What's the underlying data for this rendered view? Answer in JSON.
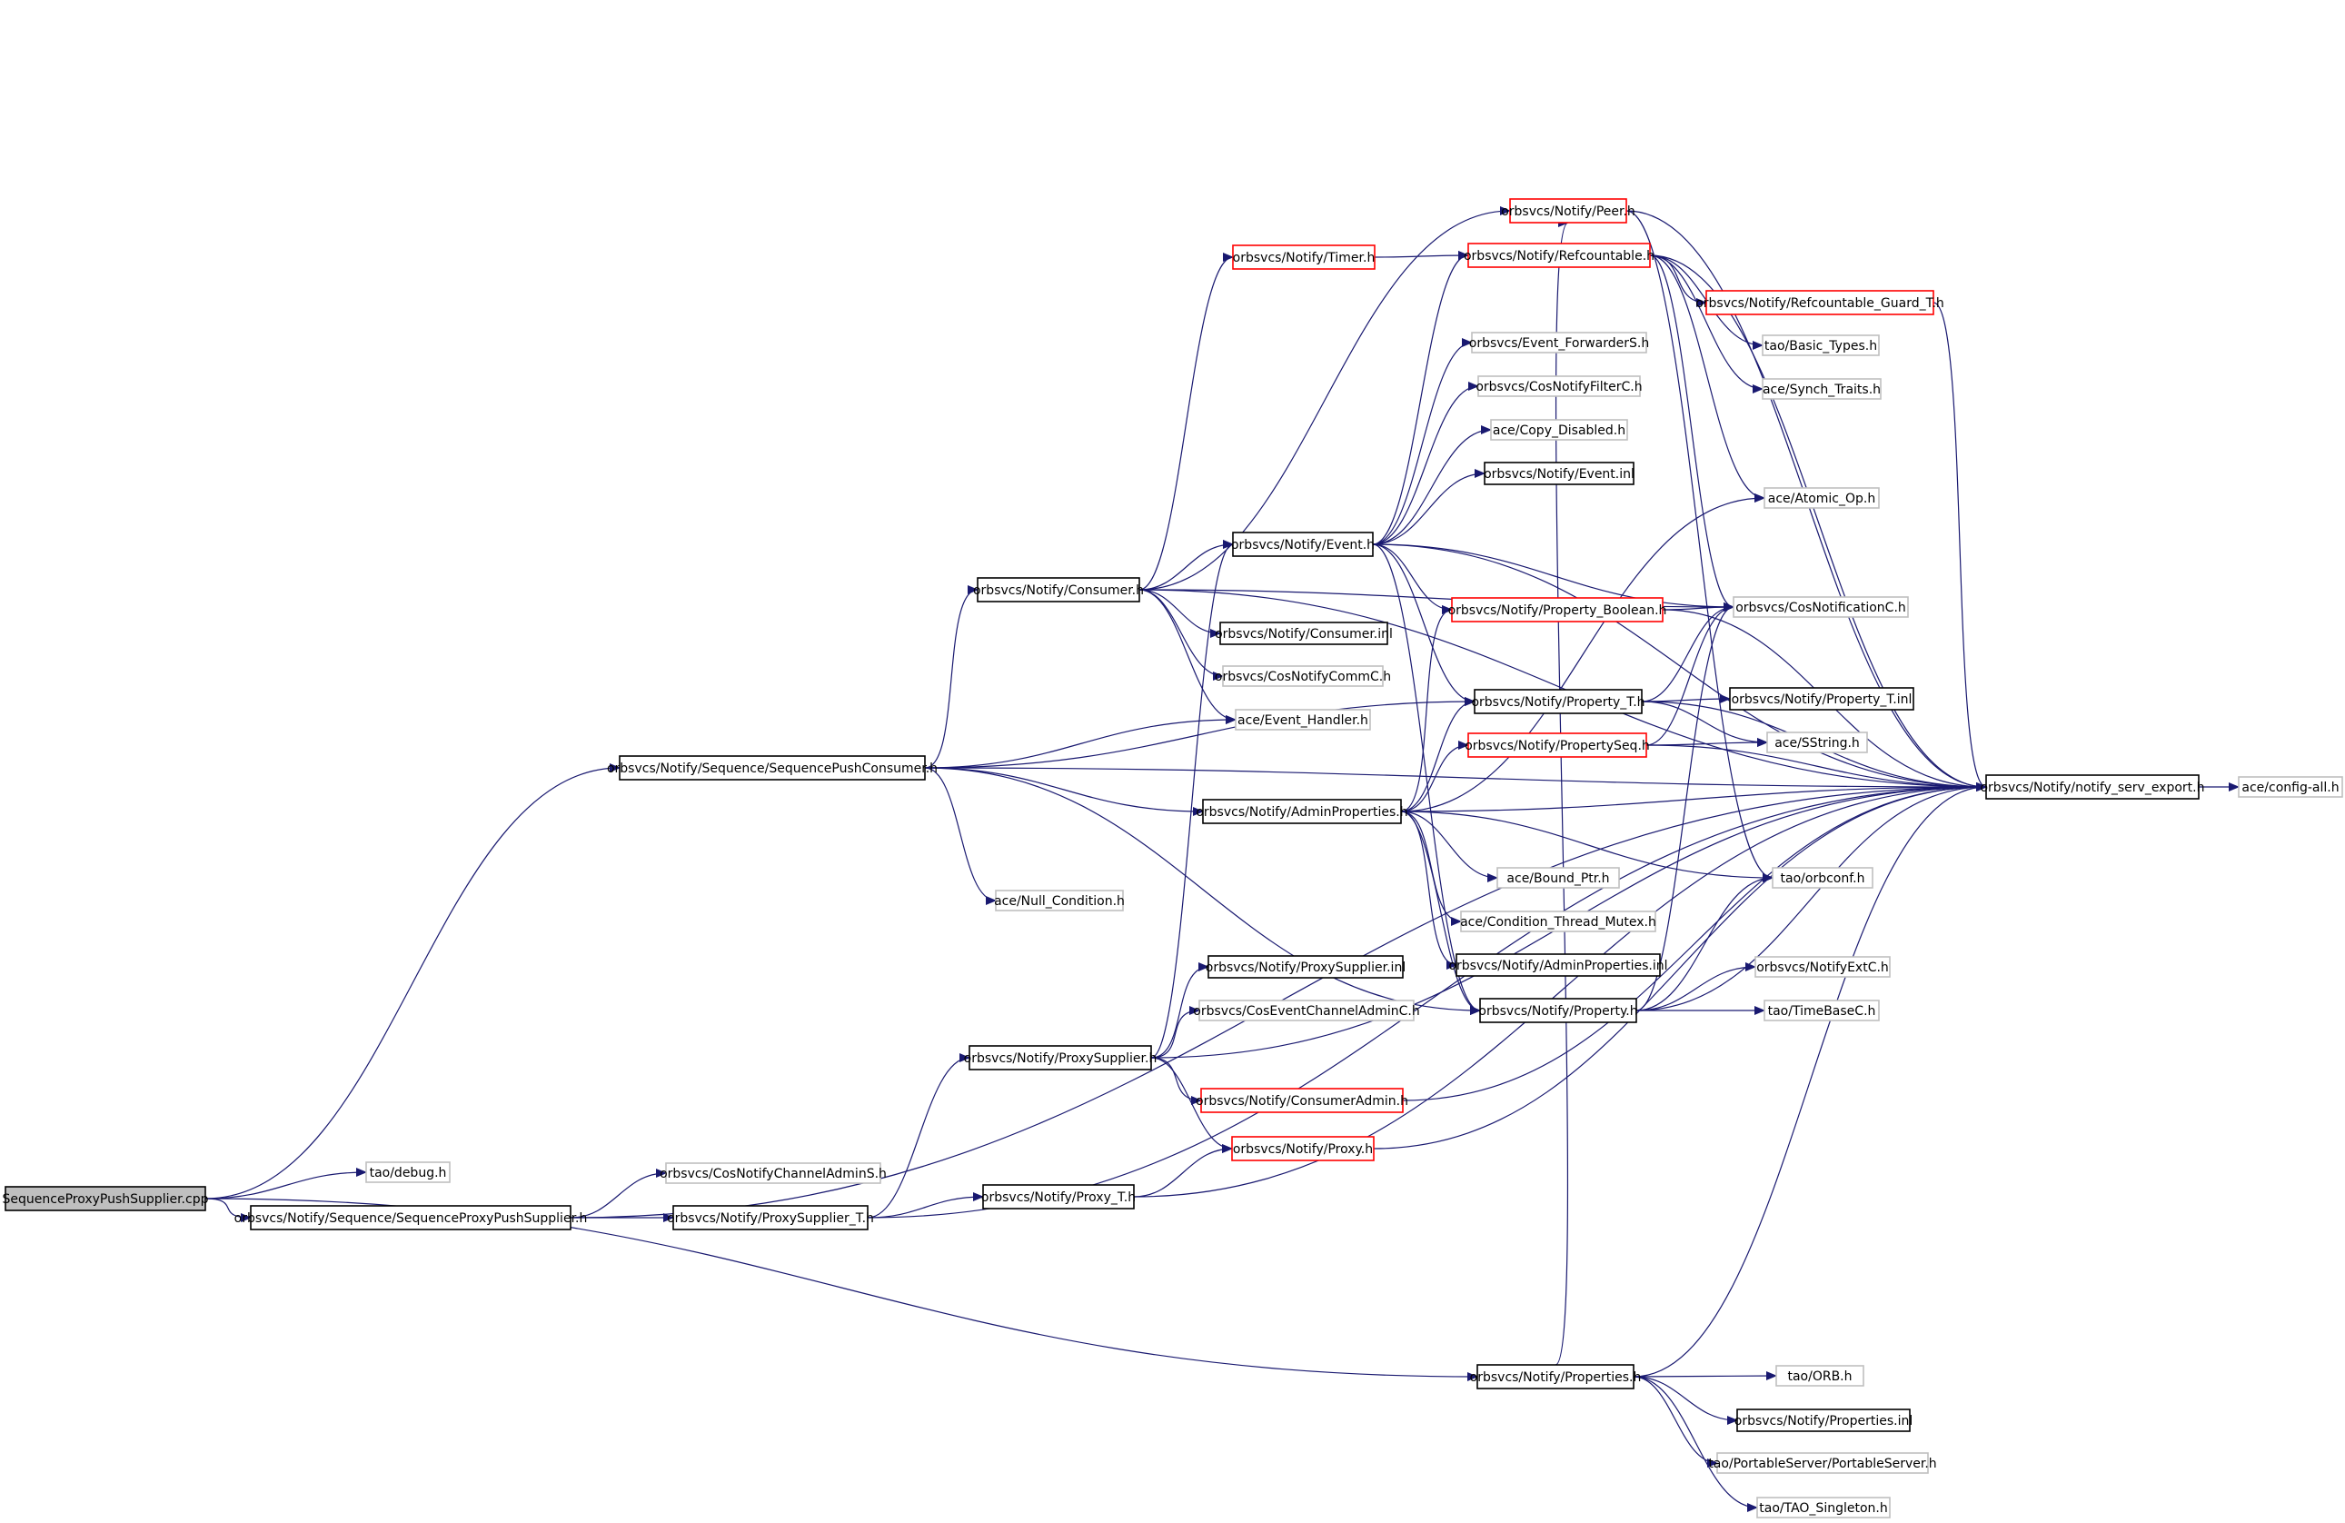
{
  "colors": {
    "edge": "#191970",
    "border_linked": "#000000",
    "border_truncated": "#ff0000",
    "border_external": "#bfbfbf",
    "root_fill": "#bfbfbf"
  },
  "nodes": [
    {
      "id": "root",
      "label": "SequenceProxyPushSupplier.cpp",
      "style": "root"
    },
    {
      "id": "spc",
      "label": "orbsvcs/Notify/Sequence/SequencePushConsumer.h",
      "style": "linked"
    },
    {
      "id": "debug",
      "label": "tao/debug.h",
      "style": "external"
    },
    {
      "id": "spps",
      "label": "orbsvcs/Notify/Sequence/SequenceProxyPushSupplier.h",
      "style": "linked"
    },
    {
      "id": "cncas",
      "label": "orbsvcs/CosNotifyChannelAdminS.h",
      "style": "external"
    },
    {
      "id": "pst",
      "label": "orbsvcs/Notify/ProxySupplier_T.h",
      "style": "linked"
    },
    {
      "id": "proxyt",
      "label": "orbsvcs/Notify/Proxy_T.h",
      "style": "linked"
    },
    {
      "id": "props",
      "label": "orbsvcs/Notify/Properties.h",
      "style": "linked"
    },
    {
      "id": "consumer",
      "label": "orbsvcs/Notify/Consumer.h",
      "style": "linked"
    },
    {
      "id": "nullcond",
      "label": "ace/Null_Condition.h",
      "style": "external"
    },
    {
      "id": "adminprops",
      "label": "orbsvcs/Notify/AdminProperties.h",
      "style": "linked"
    },
    {
      "id": "proxysup",
      "label": "orbsvcs/Notify/ProxySupplier.h",
      "style": "linked"
    },
    {
      "id": "timer",
      "label": "orbsvcs/Notify/Timer.h",
      "style": "truncated"
    },
    {
      "id": "event",
      "label": "orbsvcs/Notify/Event.h",
      "style": "linked"
    },
    {
      "id": "consumerinl",
      "label": "orbsvcs/Notify/Consumer.inl",
      "style": "linked"
    },
    {
      "id": "cncommc",
      "label": "orbsvcs/CosNotifyCommC.h",
      "style": "external"
    },
    {
      "id": "evhandler",
      "label": "ace/Event_Handler.h",
      "style": "external"
    },
    {
      "id": "psinl",
      "label": "orbsvcs/Notify/ProxySupplier.inl",
      "style": "linked"
    },
    {
      "id": "cecac",
      "label": "orbsvcs/CosEventChannelAdminC.h",
      "style": "external"
    },
    {
      "id": "consadmin",
      "label": "orbsvcs/Notify/ConsumerAdmin.h",
      "style": "truncated"
    },
    {
      "id": "proxyh",
      "label": "orbsvcs/Notify/Proxy.h",
      "style": "truncated"
    },
    {
      "id": "peer",
      "label": "orbsvcs/Notify/Peer.h",
      "style": "truncated"
    },
    {
      "id": "refc",
      "label": "orbsvcs/Notify/Refcountable.h",
      "style": "truncated"
    },
    {
      "id": "efs",
      "label": "orbsvcs/Event_ForwarderS.h",
      "style": "external"
    },
    {
      "id": "cnfc",
      "label": "orbsvcs/CosNotifyFilterC.h",
      "style": "external"
    },
    {
      "id": "copydis",
      "label": "ace/Copy_Disabled.h",
      "style": "external"
    },
    {
      "id": "eventinl",
      "label": "orbsvcs/Notify/Event.inl",
      "style": "linked"
    },
    {
      "id": "propbool",
      "label": "orbsvcs/Notify/Property_Boolean.h",
      "style": "truncated"
    },
    {
      "id": "propt",
      "label": "orbsvcs/Notify/Property_T.h",
      "style": "linked"
    },
    {
      "id": "propseq",
      "label": "orbsvcs/Notify/PropertySeq.h",
      "style": "truncated"
    },
    {
      "id": "boundptr",
      "label": "ace/Bound_Ptr.h",
      "style": "external"
    },
    {
      "id": "condmutex",
      "label": "ace/Condition_Thread_Mutex.h",
      "style": "external"
    },
    {
      "id": "apinl",
      "label": "orbsvcs/Notify/AdminProperties.inl",
      "style": "linked"
    },
    {
      "id": "property",
      "label": "orbsvcs/Notify/Property.h",
      "style": "linked"
    },
    {
      "id": "refguard",
      "label": "orbsvcs/Notify/Refcountable_Guard_T.h",
      "style": "truncated"
    },
    {
      "id": "basictypes",
      "label": "tao/Basic_Types.h",
      "style": "external"
    },
    {
      "id": "synch",
      "label": "ace/Synch_Traits.h",
      "style": "external"
    },
    {
      "id": "atomic",
      "label": "ace/Atomic_Op.h",
      "style": "external"
    },
    {
      "id": "cosnotc",
      "label": "orbsvcs/CosNotificationC.h",
      "style": "external"
    },
    {
      "id": "proptinl",
      "label": "orbsvcs/Notify/Property_T.inl",
      "style": "linked"
    },
    {
      "id": "sstring",
      "label": "ace/SString.h",
      "style": "external"
    },
    {
      "id": "nse",
      "label": "orbsvcs/Notify/notify_serv_export.h",
      "style": "linked"
    },
    {
      "id": "orbconf",
      "label": "tao/orbconf.h",
      "style": "external"
    },
    {
      "id": "nextc",
      "label": "orbsvcs/NotifyExtC.h",
      "style": "external"
    },
    {
      "id": "timebase",
      "label": "tao/TimeBaseC.h",
      "style": "external"
    },
    {
      "id": "orb",
      "label": "tao/ORB.h",
      "style": "external"
    },
    {
      "id": "propsinl",
      "label": "orbsvcs/Notify/Properties.inl",
      "style": "linked"
    },
    {
      "id": "portable",
      "label": "tao/PortableServer/PortableServer.h",
      "style": "external"
    },
    {
      "id": "singleton",
      "label": "tao/TAO_Singleton.h",
      "style": "external"
    },
    {
      "id": "configall",
      "label": "ace/config-all.h",
      "style": "external"
    }
  ],
  "edges": [
    [
      "root",
      "spc"
    ],
    [
      "root",
      "debug"
    ],
    [
      "root",
      "spps"
    ],
    [
      "root",
      "props"
    ],
    [
      "spps",
      "cncas"
    ],
    [
      "spps",
      "pst"
    ],
    [
      "spps",
      "nse"
    ],
    [
      "pst",
      "proxyt"
    ],
    [
      "pst",
      "proxysup"
    ],
    [
      "pst",
      "nse"
    ],
    [
      "proxyt",
      "proxyh"
    ],
    [
      "proxyt",
      "nse"
    ],
    [
      "spc",
      "consumer"
    ],
    [
      "spc",
      "nullcond"
    ],
    [
      "spc",
      "adminprops"
    ],
    [
      "spc",
      "evhandler"
    ],
    [
      "spc",
      "propt"
    ],
    [
      "spc",
      "property"
    ],
    [
      "spc",
      "nse"
    ],
    [
      "consumer",
      "event"
    ],
    [
      "consumer",
      "timer"
    ],
    [
      "consumer",
      "consumerinl"
    ],
    [
      "consumer",
      "cncommc"
    ],
    [
      "consumer",
      "evhandler"
    ],
    [
      "consumer",
      "peer"
    ],
    [
      "consumer",
      "cosnotc"
    ],
    [
      "consumer",
      "nse"
    ],
    [
      "proxysup",
      "event"
    ],
    [
      "proxysup",
      "psinl"
    ],
    [
      "proxysup",
      "cecac"
    ],
    [
      "proxysup",
      "consadmin"
    ],
    [
      "proxysup",
      "proxyh"
    ],
    [
      "proxysup",
      "nse"
    ],
    [
      "timer",
      "refc"
    ],
    [
      "event",
      "refc"
    ],
    [
      "event",
      "efs"
    ],
    [
      "event",
      "cnfc"
    ],
    [
      "event",
      "copydis"
    ],
    [
      "event",
      "eventinl"
    ],
    [
      "event",
      "propbool"
    ],
    [
      "event",
      "propt"
    ],
    [
      "event",
      "cosnotc"
    ],
    [
      "event",
      "property"
    ],
    [
      "event",
      "nse"
    ],
    [
      "adminprops",
      "propbool"
    ],
    [
      "adminprops",
      "propt"
    ],
    [
      "adminprops",
      "propseq"
    ],
    [
      "adminprops",
      "atomic"
    ],
    [
      "adminprops",
      "boundptr"
    ],
    [
      "adminprops",
      "condmutex"
    ],
    [
      "adminprops",
      "apinl"
    ],
    [
      "adminprops",
      "property"
    ],
    [
      "adminprops",
      "orbconf"
    ],
    [
      "adminprops",
      "nse"
    ],
    [
      "refc",
      "refguard"
    ],
    [
      "refc",
      "basictypes"
    ],
    [
      "refc",
      "synch"
    ],
    [
      "refc",
      "atomic"
    ],
    [
      "refc",
      "cosnotc"
    ],
    [
      "refc",
      "nse"
    ],
    [
      "peer",
      "orbconf"
    ],
    [
      "peer",
      "nse"
    ],
    [
      "propbool",
      "cosnotc"
    ],
    [
      "propbool",
      "nse"
    ],
    [
      "propt",
      "proptinl"
    ],
    [
      "propt",
      "sstring"
    ],
    [
      "propt",
      "cosnotc"
    ],
    [
      "propt",
      "nse"
    ],
    [
      "propseq",
      "sstring"
    ],
    [
      "propseq",
      "cosnotc"
    ],
    [
      "propseq",
      "nse"
    ],
    [
      "property",
      "nextc"
    ],
    [
      "property",
      "timebase"
    ],
    [
      "property",
      "orbconf"
    ],
    [
      "property",
      "cosnotc"
    ],
    [
      "property",
      "nse"
    ],
    [
      "refguard",
      "nse"
    ],
    [
      "consadmin",
      "nse"
    ],
    [
      "proxyh",
      "nse"
    ],
    [
      "props",
      "orb"
    ],
    [
      "props",
      "propsinl"
    ],
    [
      "props",
      "portable"
    ],
    [
      "props",
      "singleton"
    ],
    [
      "props",
      "peer"
    ],
    [
      "props",
      "nse"
    ],
    [
      "nse",
      "configall"
    ]
  ]
}
